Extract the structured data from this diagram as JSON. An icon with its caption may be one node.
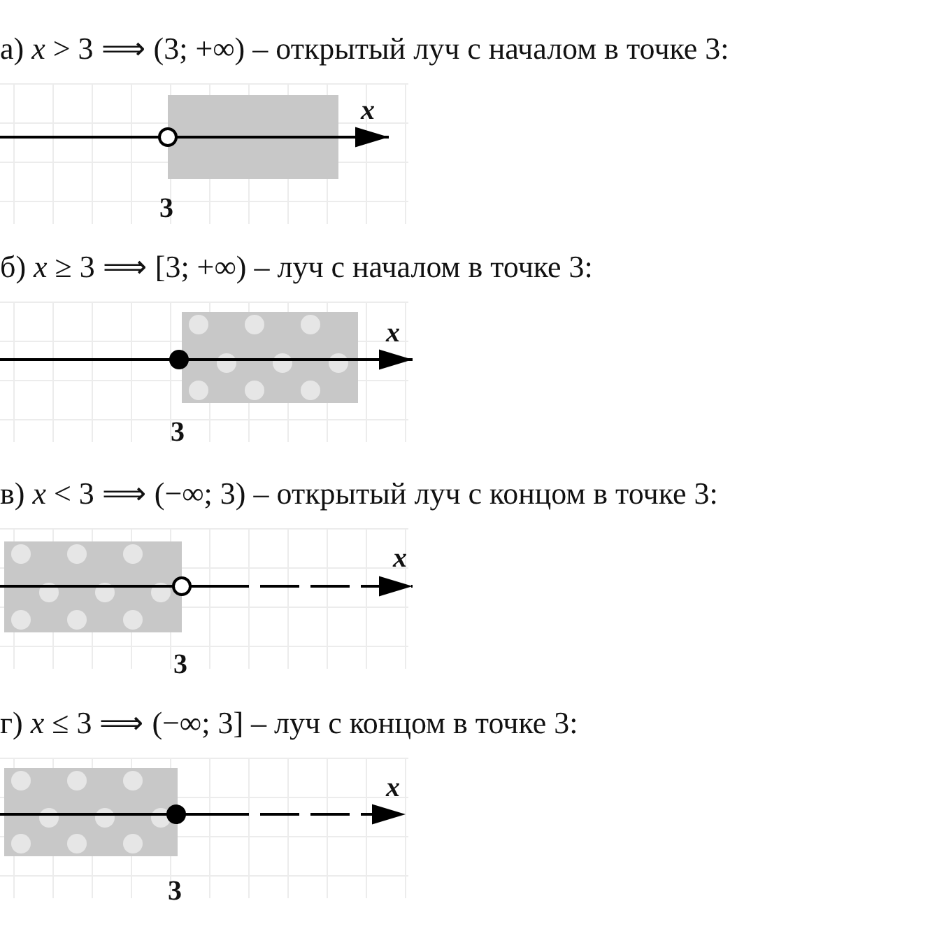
{
  "diagram": {
    "labels": [
      "а) *x* > 3 ⟹ (3; +∞) – открытый луч с началом в точке 3:",
      "*x*",
      "3",
      "б) *x* ≥ 3 ⟹ [3; +∞) – луч с началом в точке 3:",
      "*x*",
      "3",
      "в) *x* < 3 ⟹ (−∞; 3) – открытый луч с концом в точке 3:",
      "*x*",
      "3",
      "г) *x* ≤ 3 ⟹ (−∞; 3] – луч с концом в точке 3:",
      "*x*",
      "3"
    ]
  }
}
